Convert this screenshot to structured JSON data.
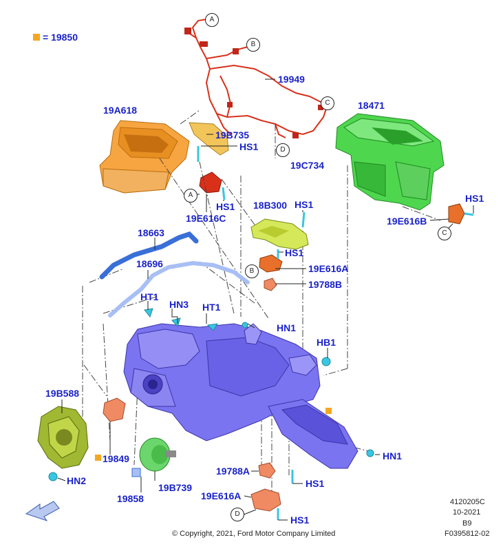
{
  "legend": {
    "symbol_color": "#f5a623",
    "text": "= 19850"
  },
  "labels": {
    "p19949": "19949",
    "p19A618": "19A618",
    "p19B735": "19B735",
    "hs1_a": "HS1",
    "p19C734": "19C734",
    "p18471": "18471",
    "hs1_b": "HS1",
    "p19E616C": "19E616C",
    "p18B300": "18B300",
    "hs1_c": "HS1",
    "hs1_d": "HS1",
    "p19E616B": "19E616B",
    "hs1_e": "HS1",
    "p18663": "18663",
    "p19E616A_top": "19E616A",
    "p18696": "18696",
    "p19788B": "19788B",
    "ht1_a": "HT1",
    "hn3": "HN3",
    "ht1_b": "HT1",
    "hn1_a": "HN1",
    "hb1": "HB1",
    "p19B588": "19B588",
    "p19849": "19849",
    "hn2": "HN2",
    "p19788A": "19788A",
    "hs1_f": "HS1",
    "hn1_b": "HN1",
    "p19858": "19858",
    "p19B739": "19B739",
    "p19E616A_bot": "19E616A",
    "hs1_g": "HS1"
  },
  "callouts": {
    "A1": "A",
    "B1": "B",
    "C1": "C",
    "D1": "D",
    "A2": "A",
    "C2": "C",
    "B2": "B",
    "D2": "D"
  },
  "colors": {
    "label_blue": "#1a22c8",
    "housing_purple": "#7b74f0",
    "duct_orange": "#f7a540",
    "frame_green": "#4fd64f",
    "harness_red": "#d9301a",
    "hose_blue": "#3a6fd8",
    "hose_lightblue": "#a8bff5",
    "plenum_yellow": "#d4e85a",
    "blower_olive": "#a0b832",
    "actuator_salmon": "#ef8a62",
    "fastener_cyan": "#39c6e0"
  },
  "footer": {
    "copyright": "© Copyright, 2021, Ford Motor Company Limited",
    "doc_code": "4120205C",
    "date": "10-2021",
    "rev": "B9",
    "figure": "F0395812-02"
  },
  "icons": {
    "front_arrow": "arrow-icon"
  }
}
